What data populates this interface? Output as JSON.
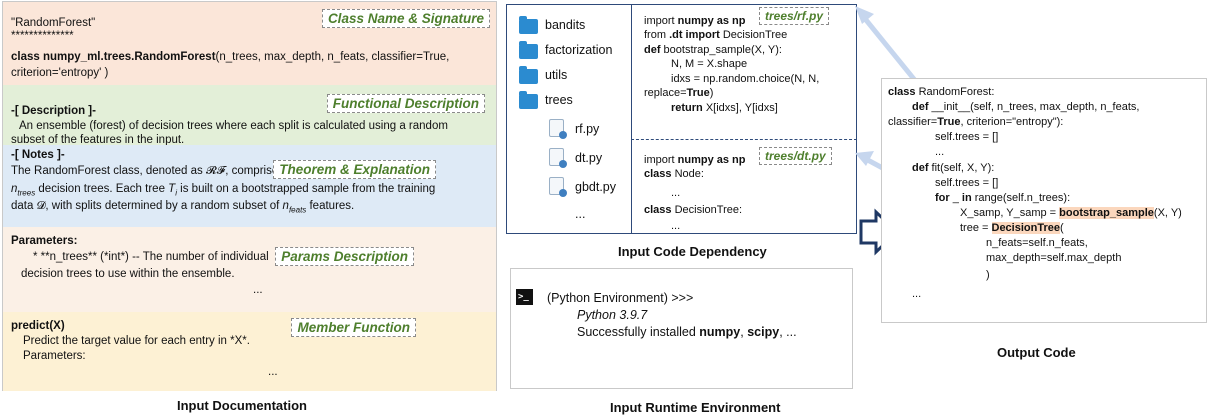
{
  "doc": {
    "sig_name": "\"RandomForest\"",
    "sig_stars": "**************",
    "sig_class_kw": "class ",
    "sig_class_path": "numpy_ml.trees.RandomForest",
    "sig_args_1": "(n_trees, max_depth, n_feats, classifier=True,",
    "sig_args_2": "criterion='entropy'   )",
    "tag_signature": "Class Name & Signature",
    "desc_header": "-[ Description ]-",
    "desc_line1": "An ensemble (forest) of decision trees where each split is calculated using a random",
    "desc_line2": "subset of the features in the input.",
    "tag_desc": "Functional Description",
    "notes_header": "-[ Notes ]-",
    "notes_line1": "The RandomForest class, denoted as 𝓡𝓕, comprises",
    "notes_line2_a": "n",
    "notes_line2_sub": "trees",
    "notes_line2_b": " decision trees. Each tree ",
    "notes_line2_ti": "T",
    "notes_line2_isub": "i",
    "notes_line2_c": " is built on a bootstrapped sample from the training",
    "notes_line3_a": "data 𝓓, with splits determined by a random subset of ",
    "notes_line3_n": "n",
    "notes_line3_sub": "feats",
    "notes_line3_b": " features.",
    "tag_theorem": "Theorem & Explanation",
    "params_header": "Parameters:",
    "params_line1": "* **n_trees** (*int*) -- The number of individual",
    "params_line2": "decision trees to use within the ensemble.",
    "params_ellipsis": "...",
    "tag_params": "Params Description",
    "member_header": "predict(X)",
    "member_line1": "Predict the target value for each entry in *X*.",
    "member_line2": "Parameters:",
    "member_ellipsis": "...",
    "tag_member": "Member Function"
  },
  "captions": {
    "input_doc": "Input Documentation",
    "code_dep": "Input Code Dependency",
    "runtime": "Input Runtime Environment",
    "output": "Output Code"
  },
  "tree": {
    "folders": [
      "bandits",
      "factorization",
      "utils",
      "trees"
    ],
    "files": [
      "rf.py",
      "dt.py",
      "gbdt.py"
    ],
    "ellipsis": "..."
  },
  "rf_code": {
    "tag": "trees/rf.py",
    "l1_a": "import ",
    "l1_b": "numpy as np",
    "l2_a": "from ",
    "l2_b": ".dt import",
    "l2_c": " DecisionTree",
    "l3_a": "def",
    "l3_b": " bootstrap_sample(X, Y):",
    "l4": "N, M = X.shape",
    "l5": "idxs = np.random.choice(N, N,",
    "l6_a": "replace=",
    "l6_b": "True",
    "l6_c": ")",
    "l7_a": "return",
    "l7_b": " X[idxs], Y[idxs]"
  },
  "dt_code": {
    "tag": "trees/dt.py",
    "l1_a": "import ",
    "l1_b": "numpy as np",
    "l2_a": "class",
    "l2_b": " Node:",
    "l3": "...",
    "l4_a": "class",
    "l4_b": " DecisionTree:",
    "l5": "..."
  },
  "runtime": {
    "prompt_icon": ">_",
    "prompt": "(Python Environment) >>>",
    "version": "Python 3.9.7",
    "install_a": "Successfully installed ",
    "install_b": "numpy",
    "install_c": ", ",
    "install_d": "scipy",
    "install_e": ", ..."
  },
  "output": {
    "l1_a": "class",
    "l1_b": " RandomForest:",
    "l2_a": "def",
    "l2_b": " __init__(self, n_trees, max_depth, n_feats,",
    "l3_a": "classifier=",
    "l3_b": "True",
    "l3_c": ", criterion=\"entropy\"):",
    "l4": "self.trees = []",
    "l5": "...",
    "l6_a": "def",
    "l6_b": " fit(self, X, Y):",
    "l7": "self.trees = []",
    "l8_a": "for",
    "l8_b": " _ ",
    "l8_c": "in",
    "l8_d": " range(self.n_trees):",
    "l9_a": "X_samp, Y_samp = ",
    "l9_b": "bootstrap_sample",
    "l9_c": "(X, Y)",
    "l10_a": "tree = ",
    "l10_b": "DecisionTree",
    "l10_c": "(",
    "l11": "n_feats=self.n_feats,",
    "l12": "max_depth=self.max_depth",
    "l13": ")",
    "l14": "..."
  },
  "colors": {
    "sig": "#fbe6d9",
    "desc": "#e3efd8",
    "notes": "#deeaf6",
    "params": "#fbf0e6",
    "member": "#fdf1d4",
    "tag_text": "#4e7f2d",
    "folder": "#2b8bd0",
    "highlight": "#fbd7bd",
    "arrow": "#c6d6ee",
    "dep_border": "#2e4a7a"
  }
}
